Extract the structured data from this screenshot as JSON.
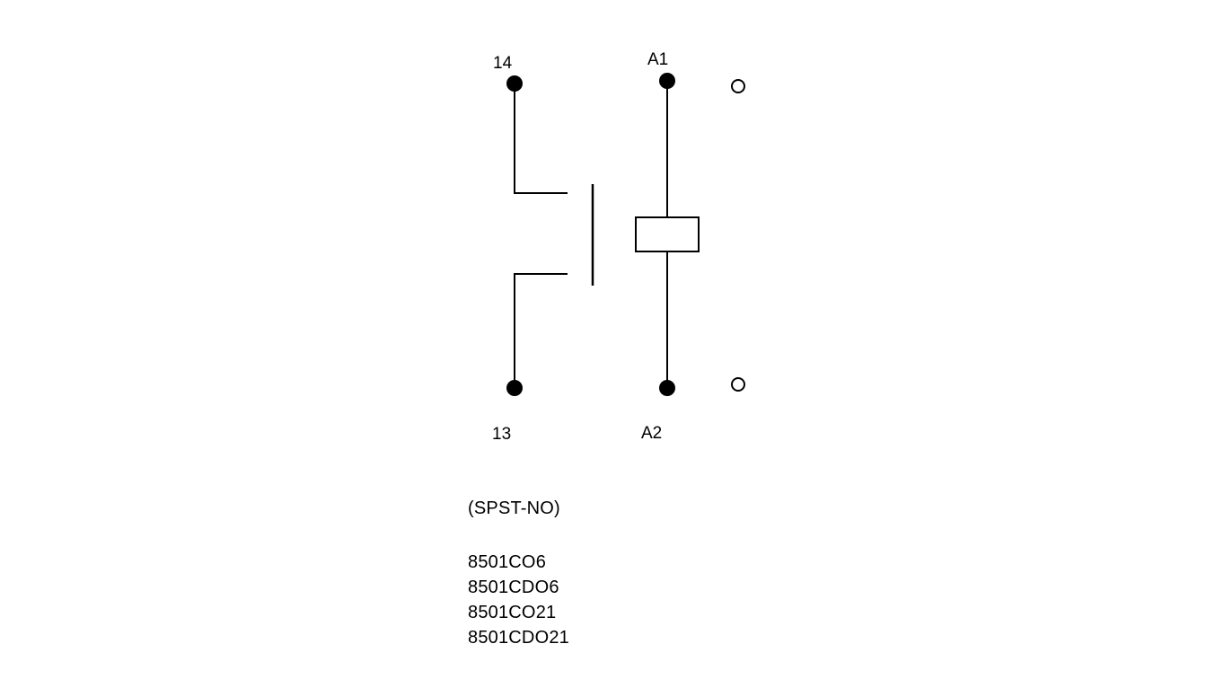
{
  "diagram": {
    "contact": {
      "top_terminal_label": "14",
      "bottom_terminal_label": "13"
    },
    "coil": {
      "top_terminal_label": "A1",
      "bottom_terminal_label": "A2"
    },
    "caption": "(SPST-NO)",
    "part_numbers": [
      "8501CO6",
      "8501CDO6",
      "8501CO21",
      "8501CDO21"
    ],
    "colors": {
      "line": "#000000",
      "background": "#ffffff"
    }
  }
}
